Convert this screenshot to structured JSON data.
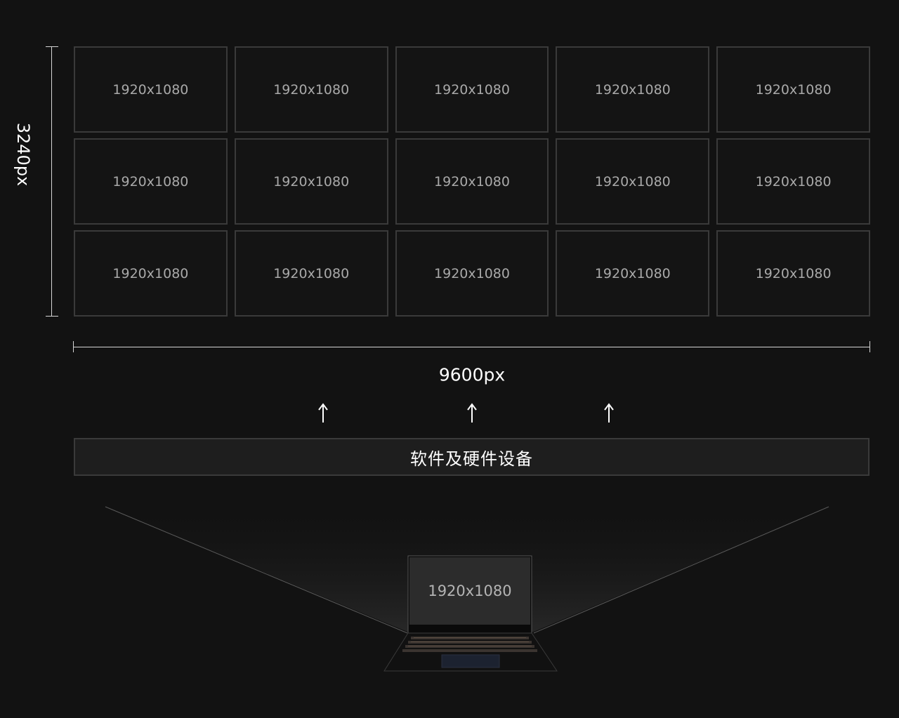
{
  "wall": {
    "tiles": [
      "1920x1080",
      "1920x1080",
      "1920x1080",
      "1920x1080",
      "1920x1080",
      "1920x1080",
      "1920x1080",
      "1920x1080",
      "1920x1080",
      "1920x1080",
      "1920x1080",
      "1920x1080",
      "1920x1080",
      "1920x1080",
      "1920x1080"
    ],
    "rows": 3,
    "columns": 5
  },
  "dimensions": {
    "height_label": "3240px",
    "width_label": "9600px"
  },
  "system": {
    "label": "软件及硬件设备"
  },
  "source": {
    "screen_label": "1920x1080"
  },
  "icons": [
    "up-arrow-icon",
    "laptop-icon"
  ],
  "colors": {
    "background": "#121212",
    "tile_border": "#3a3a3a",
    "text": "#ffffff",
    "tile_text": "#a9a9a9"
  }
}
